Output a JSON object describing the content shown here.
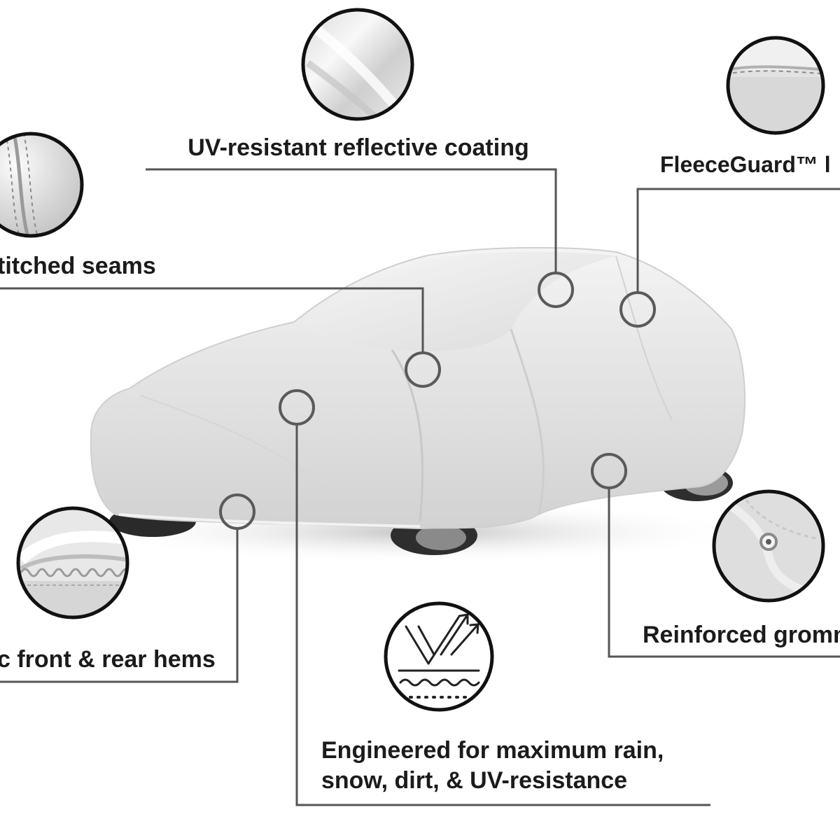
{
  "features": {
    "uv_coating": {
      "label": "UV-resistant reflective coating"
    },
    "fleece": {
      "label": "FleeceGuard™ l"
    },
    "seams": {
      "label": "titched seams"
    },
    "hems": {
      "label": "c front & rear hems"
    },
    "grommets": {
      "label": "Reinforced gromm"
    },
    "weather": {
      "label_line1": "Engineered for maximum rain,",
      "label_line2": "snow, dirt, & UV-resistance"
    }
  },
  "colors": {
    "text": "#1b1b1b",
    "leader_line": "#555555",
    "callout_ring": "#111111",
    "marker_ring": "#5a5a5a",
    "cover_fabric": "#e6e6e6",
    "background": "#ffffff"
  },
  "icons": {
    "uv_coating": "fabric-sheen-icon",
    "fleece": "fleece-lining-icon",
    "seams": "stitched-seam-icon",
    "hems": "elastic-hem-icon",
    "grommets": "grommet-icon",
    "weather": "weather-resistance-icon"
  }
}
